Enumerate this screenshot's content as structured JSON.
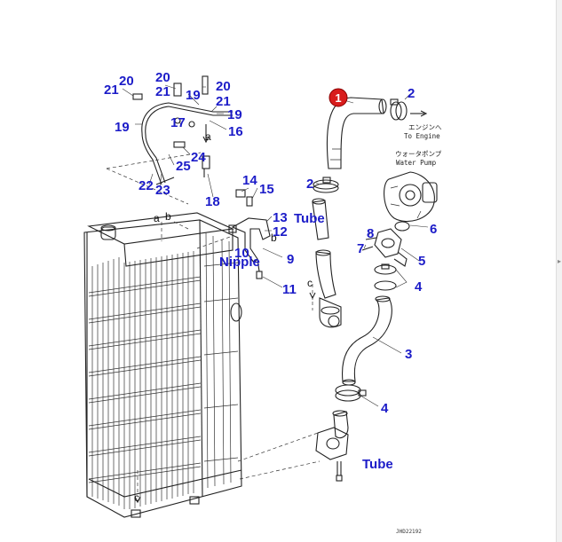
{
  "diagram": {
    "highlight_part": "1",
    "highlight_color": "#d81c1c",
    "label_color": "#1c1cc8",
    "engine_note_jp": "エンジンへ",
    "engine_note_en": "To Engine",
    "pump_note_jp": "ウォータポンプ",
    "pump_note_en": "Water Pump",
    "drawing_code": "JHD22192",
    "refs": {
      "a": "a",
      "b": "b",
      "c": "c"
    },
    "tags": {
      "tube_upper": "Tube",
      "nipple": "Nipple",
      "tube_lower": "Tube"
    },
    "parts": {
      "p2a": "2",
      "p2b": "2",
      "p3": "3",
      "p4a": "4",
      "p4b": "4",
      "p5": "5",
      "p6": "6",
      "p7": "7",
      "p8": "8",
      "p9": "9",
      "p10": "10",
      "p11": "11",
      "p12": "12",
      "p13": "13",
      "p14": "14",
      "p15": "15",
      "p16": "16",
      "p17": "17",
      "p18": "18",
      "p19a": "19",
      "p19b": "19",
      "p19c": "19",
      "p20a": "20",
      "p20b": "20",
      "p20c": "20",
      "p21a": "21",
      "p21b": "21",
      "p21c": "21",
      "p22": "22",
      "p23": "23",
      "p24": "24",
      "p25": "25"
    }
  }
}
